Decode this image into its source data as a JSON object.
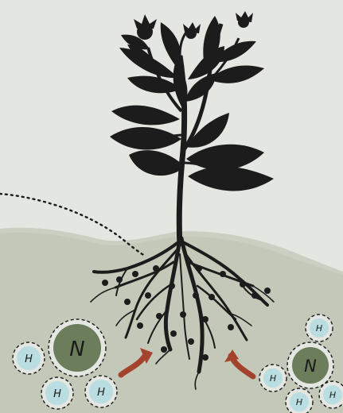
{
  "colors": {
    "sky": "#e4e6e1",
    "soil": "#c3c8b8",
    "soil_line": "#d2d6ca",
    "plant": "#1c1c1c",
    "nitrogen": "#6b7d5a",
    "hydrogen": "#b9dde0",
    "arrow": "#a3432d"
  },
  "atoms": {
    "nitrogen_label": "N",
    "hydrogen_label": "H"
  },
  "molecules": [
    {
      "id": "left-ammonia",
      "n_count": 1,
      "h_count": 3
    },
    {
      "id": "right-ammonium",
      "n_count": 1,
      "h_count": 4
    }
  ],
  "icons": [
    "plant-icon",
    "root-system-icon",
    "uptake-arrow-icon",
    "nodule-icon"
  ]
}
